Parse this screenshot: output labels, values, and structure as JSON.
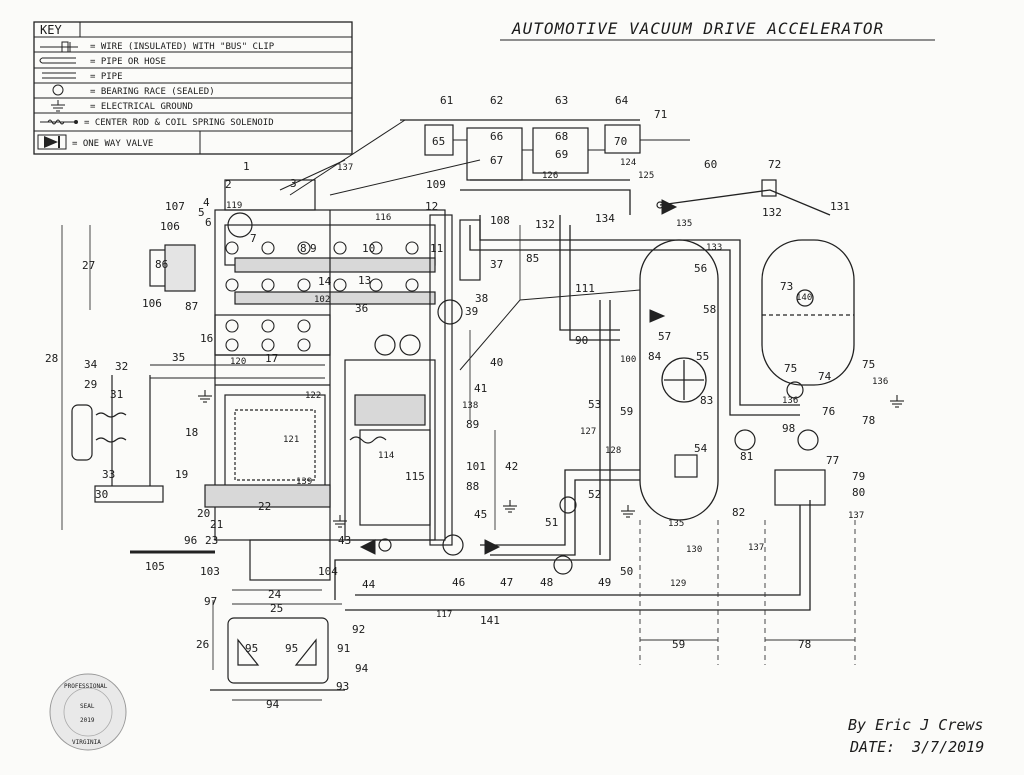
{
  "title": "AUTOMOTIVE VACUUM DRIVE ACCELERATOR",
  "key": {
    "heading": "KEY",
    "entries": [
      {
        "symbol": "wire-clip-symbol",
        "text": "= WIRE (INSULATED) WITH \"BUS\" CLIP"
      },
      {
        "symbol": "pipe-hose-symbol",
        "text": "= PIPE OR HOSE"
      },
      {
        "symbol": "pipe-symbol",
        "text": "= PIPE"
      },
      {
        "symbol": "bearing-race-symbol",
        "text": "= BEARING RACE (SEALED)"
      },
      {
        "symbol": "ground-symbol",
        "text": "= ELECTRICAL GROUND"
      },
      {
        "symbol": "solenoid-symbol",
        "text": "= CENTER ROD & COIL SPRING SOLENOID"
      },
      {
        "symbol": "one-way-valve-symbol",
        "text": "= ONE WAY VALVE"
      }
    ]
  },
  "labels": {
    "n1": "1",
    "n2": "2",
    "n3": "3",
    "n4": "4",
    "n5": "5",
    "n6": "6",
    "n7": "7",
    "n8": "8",
    "n9": "9",
    "n10": "10",
    "n11": "11",
    "n12": "12",
    "n13": "13",
    "n14": "14",
    "n16": "16",
    "n17": "17",
    "n18": "18",
    "n19": "19",
    "n20": "20",
    "n21": "21",
    "n22": "22",
    "n23": "23",
    "n24": "24",
    "n25": "25",
    "n26": "26",
    "n27": "27",
    "n28": "28",
    "n29": "29",
    "n30": "30",
    "n31": "31",
    "n32": "32",
    "n33": "33",
    "n34": "34",
    "n35": "35",
    "n36": "36",
    "n37": "37",
    "n38": "38",
    "n39": "39",
    "n40": "40",
    "n41": "41",
    "n42": "42",
    "n43": "43",
    "n44": "44",
    "n45": "45",
    "n46": "46",
    "n47": "47",
    "n48": "48",
    "n49": "49",
    "n50": "50",
    "n51": "51",
    "n52": "52",
    "n53": "53",
    "n54": "54",
    "n55": "55",
    "n56": "56",
    "n57": "57",
    "n58": "58",
    "n59": "59",
    "n60": "60",
    "n61": "61",
    "n62": "62",
    "n63": "63",
    "n64": "64",
    "n65": "65",
    "n66": "66",
    "n67": "67",
    "n68": "68",
    "n69": "69",
    "n70": "70",
    "n71": "71",
    "n72": "72",
    "n73": "73",
    "n74": "74",
    "n75": "75",
    "n76": "76",
    "n77": "77",
    "n78": "78",
    "n79": "79",
    "n80": "80",
    "n81": "81",
    "n82": "82",
    "n83": "83",
    "n84": "84",
    "n85": "85",
    "n86": "86",
    "n87": "87",
    "n88": "88",
    "n89": "89",
    "n90": "90",
    "n91": "91",
    "n92": "92",
    "n93": "93",
    "n94": "94",
    "n95": "95",
    "n96": "96",
    "n97": "97",
    "n98": "98",
    "n100": "100",
    "n101": "101",
    "n102": "102",
    "n103": "103",
    "n104": "104",
    "n105": "105",
    "n106": "106",
    "n107": "107",
    "n108": "108",
    "n109": "109",
    "n111": "111",
    "n114": "114",
    "n115": "115",
    "n116": "116",
    "n117": "117",
    "n119": "119",
    "n120": "120",
    "n121": "121",
    "n122": "122",
    "n124": "124",
    "n125": "125",
    "n126": "126",
    "n127": "127",
    "n128": "128",
    "n129": "129",
    "n130": "130",
    "n131": "131",
    "n132": "132",
    "n133": "133",
    "n134": "134",
    "n135": "135",
    "n136": "136",
    "n137": "137",
    "n138": "138",
    "n139": "139",
    "n140": "140",
    "n141": "141"
  },
  "signature": {
    "name": "By Eric J Crews",
    "date_label": "DATE:",
    "date": "3/7/2019"
  },
  "seal": {
    "ring_top": "PROFESSIONAL",
    "center": "SEAL",
    "year": "2019",
    "ring_bottom": "VIRGINIA"
  }
}
